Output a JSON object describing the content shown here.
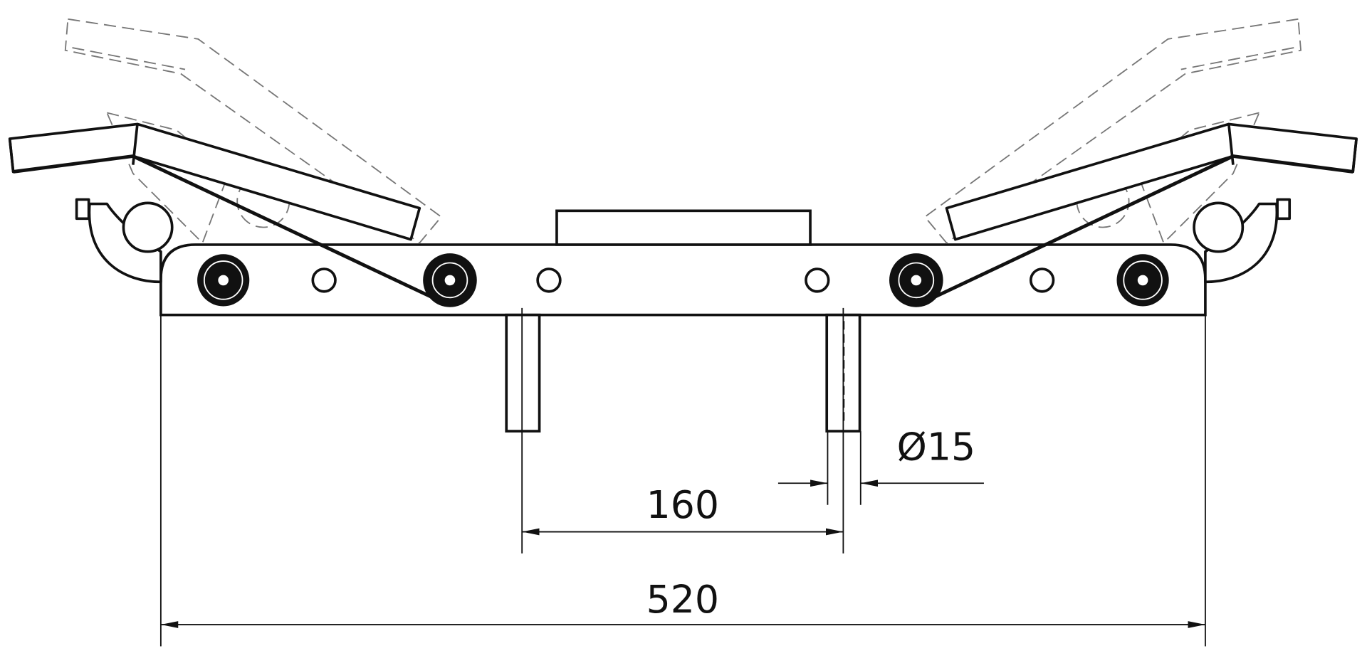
{
  "drawing": {
    "dimensions": {
      "overall_width": "520",
      "pin_spacing": "160",
      "pin_diameter": "Ø15"
    },
    "colors": {
      "line": "#111111",
      "hidden_line": "#777777",
      "background": "#ffffff"
    }
  }
}
